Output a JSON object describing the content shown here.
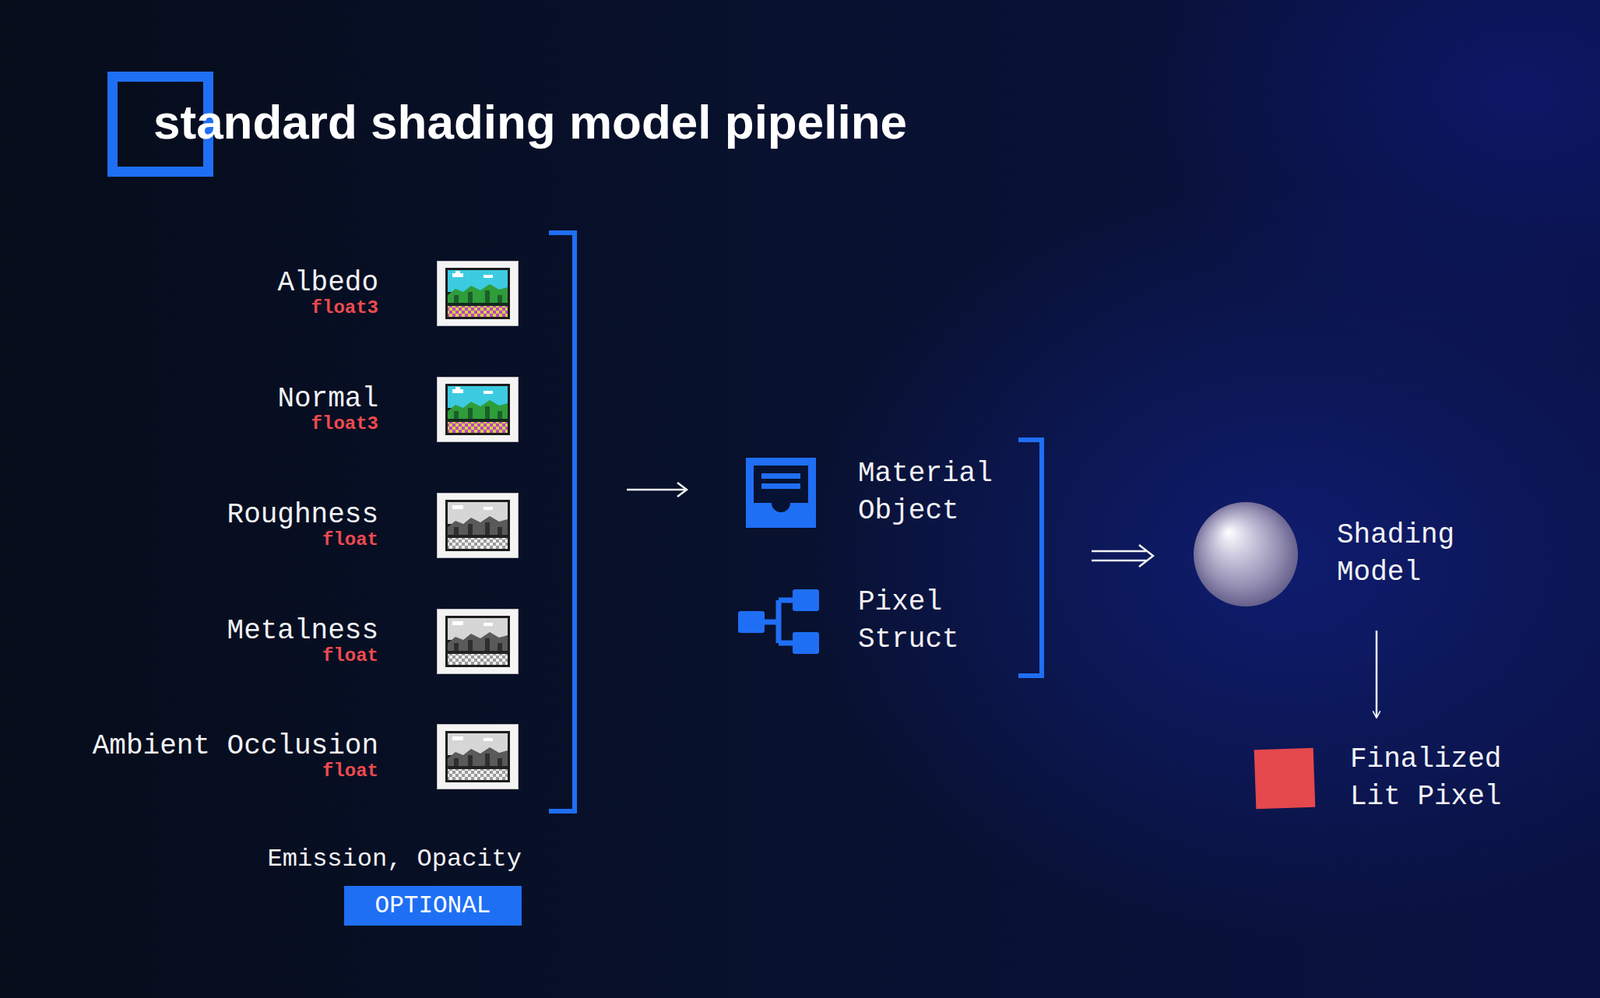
{
  "diagram": {
    "title": "standard shading model pipeline",
    "nodes": [
      {
        "text": [
          "Albedo",
          "float3"
        ]
      },
      {
        "text": [
          "Normal",
          "float3"
        ]
      },
      {
        "text": [
          "Roughness",
          "float"
        ]
      },
      {
        "text": [
          "Metalness",
          "float"
        ]
      },
      {
        "text": [
          "Ambient Occlusion",
          "float"
        ]
      },
      {
        "text": [
          "OPTIONAL"
        ]
      },
      {
        "text": [
          "Material Object"
        ]
      },
      {
        "text": [
          "Pixel Struct"
        ]
      },
      {
        "text": [
          "Shading Model"
        ]
      },
      {
        "text": [
          "Finalized Lit Pixel"
        ]
      }
    ],
    "edges": [
      {
        "from": 8,
        "to": 9,
        "arrow": "to"
      }
    ],
    "labels": [
      "Emission, Opacity"
    ]
  }
}
